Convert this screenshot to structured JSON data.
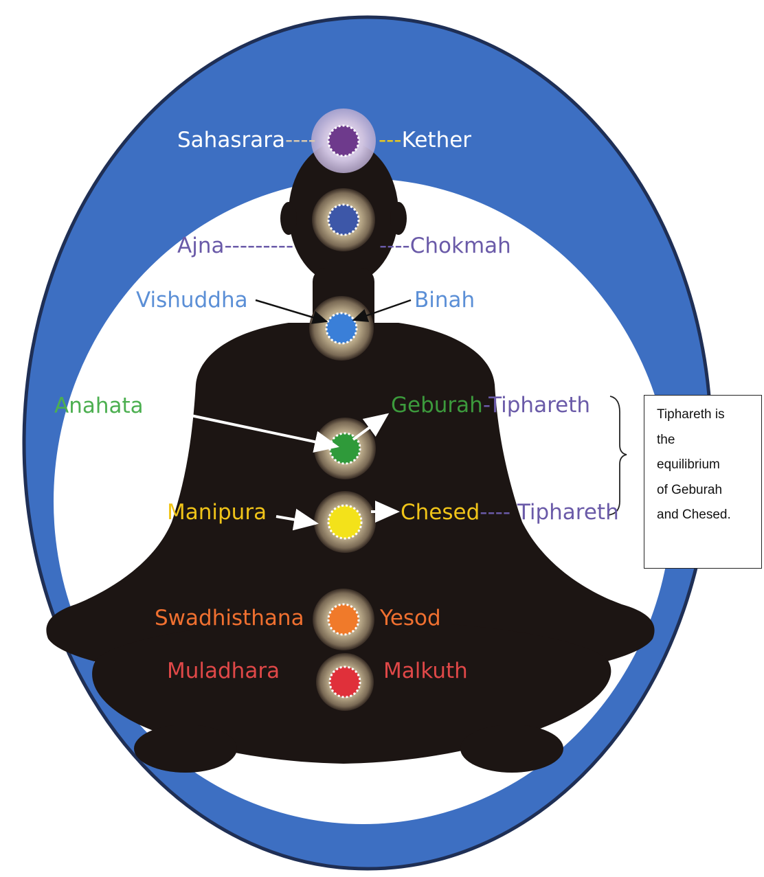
{
  "colors": {
    "outer_ring": "#3d6fc2",
    "silhouette": "#1c1513",
    "background": "#ffffff"
  },
  "chakras": [
    {
      "chakra": "Sahasrara",
      "sephirah": "Kether",
      "chakra_color": "#ffffff",
      "sephirah_color": "#ffffff",
      "center": "#6e3a8c"
    },
    {
      "chakra": "Ajna",
      "sephirah": "Chokmah",
      "chakra_color": "#6a5aa8",
      "sephirah_color": "#6a5aa8",
      "center": "#3d57a8"
    },
    {
      "chakra": "Vishuddha",
      "sephirah": "Binah",
      "chakra_color": "#5b8fd6",
      "sephirah_color": "#5b8fd6",
      "center": "#3a7fd8"
    },
    {
      "chakra": "Anahata",
      "sephirah": "Geburah",
      "sephirah_extra": "-Tiphareth",
      "chakra_color": "#4caf50",
      "sephirah_color": "#3c9a3c",
      "extra_color": "#6a5aa8",
      "center": "#2f9a3a"
    },
    {
      "chakra": "Manipura",
      "sephirah": "Chesed",
      "sephirah_extra": "---- Tiphareth",
      "chakra_color": "#f0c419",
      "sephirah_color": "#f0c419",
      "extra_color": "#6a5aa8",
      "center": "#f3e21a"
    },
    {
      "chakra": "Swadhisthana",
      "sephirah": "Yesod",
      "chakra_color": "#f07030",
      "sephirah_color": "#f07030",
      "center": "#f07a2a"
    },
    {
      "chakra": "Muladhara",
      "sephirah": "Malkuth",
      "chakra_color": "#e04848",
      "sephirah_color": "#e04848",
      "center": "#e0303a"
    }
  ],
  "connectors": {
    "sahasrara_left": "----",
    "kether_left": "---",
    "ajna_left": "---------",
    "chokmah_left": "----"
  },
  "note": {
    "lines": [
      "Tiphareth is",
      "the",
      "equilibrium",
      "of Geburah",
      "and Chesed."
    ]
  }
}
